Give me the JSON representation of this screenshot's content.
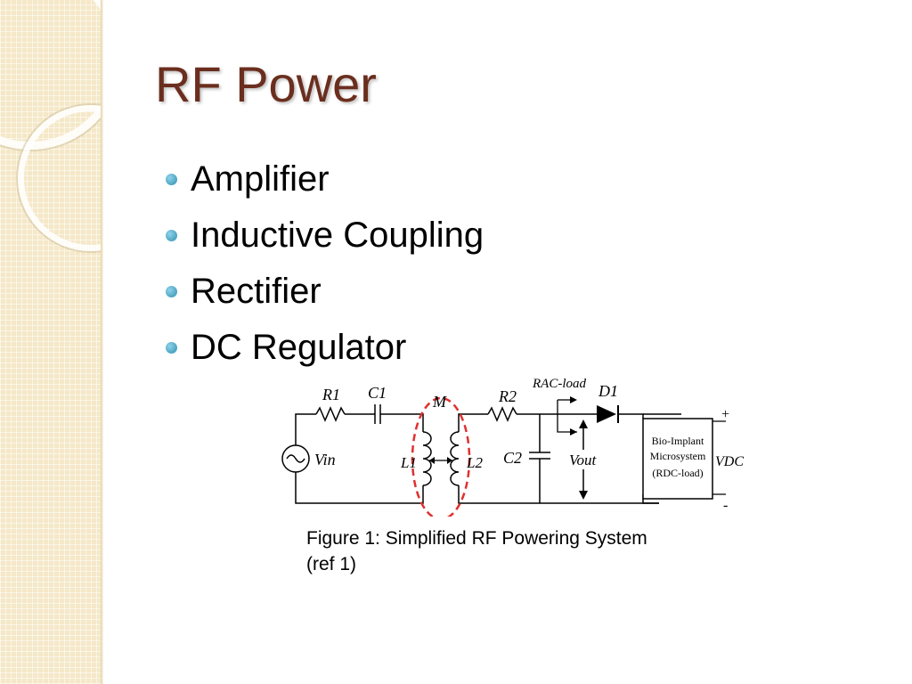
{
  "slide": {
    "title": "RF Power",
    "bullets": [
      "Amplifier",
      "Inductive Coupling",
      "Rectifier",
      "DC Regulator"
    ],
    "caption_line1": "Figure 1:  Simplified RF Powering System",
    "caption_line2": "(ref 1)"
  },
  "diagram": {
    "labels": {
      "r1": "R1",
      "c1": "C1",
      "m": "M",
      "vin": "Vin",
      "l1": "L1",
      "l2": "L2",
      "r2": "R2",
      "rac_load": "RAC-load",
      "d1": "D1",
      "c2": "C2",
      "vout": "Vout",
      "load_line1": "Bio-Implant",
      "load_line2": "Microsystem",
      "load_line3": "(RDC-load)",
      "vdc": "VDC",
      "plus": "+",
      "minus": "-"
    }
  },
  "colors": {
    "title": "#6b2e1e",
    "bullet": "#2f8fb0",
    "coupling": "#e03030"
  }
}
